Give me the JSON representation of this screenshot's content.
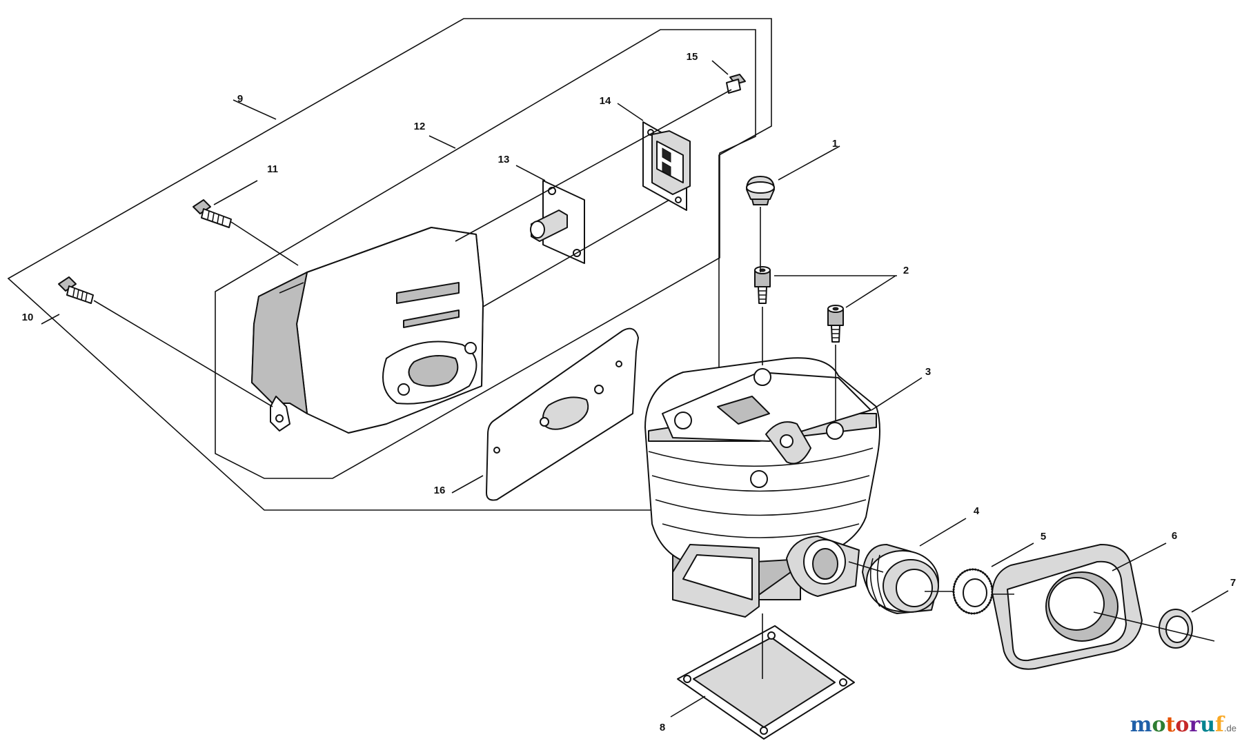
{
  "callouts": [
    {
      "id": "c1",
      "label": "1"
    },
    {
      "id": "c2",
      "label": "2"
    },
    {
      "id": "c3",
      "label": "3"
    },
    {
      "id": "c4",
      "label": "4"
    },
    {
      "id": "c5",
      "label": "5"
    },
    {
      "id": "c6",
      "label": "6"
    },
    {
      "id": "c7",
      "label": "7"
    },
    {
      "id": "c8",
      "label": "8"
    },
    {
      "id": "c9",
      "label": "9"
    },
    {
      "id": "c10",
      "label": "10"
    },
    {
      "id": "c11",
      "label": "11"
    },
    {
      "id": "c12",
      "label": "12"
    },
    {
      "id": "c13",
      "label": "13"
    },
    {
      "id": "c14",
      "label": "14"
    },
    {
      "id": "c15",
      "label": "15"
    },
    {
      "id": "c16",
      "label": "16"
    }
  ],
  "watermark": {
    "letters": [
      "m",
      "o",
      "t",
      "o",
      "r",
      "u",
      "f"
    ],
    "colors": [
      "#1f5fa8",
      "#2e7d32",
      "#e65100",
      "#c62828",
      "#6a1b9a",
      "#00838f",
      "#f9a825"
    ],
    "suffix": ".de"
  }
}
